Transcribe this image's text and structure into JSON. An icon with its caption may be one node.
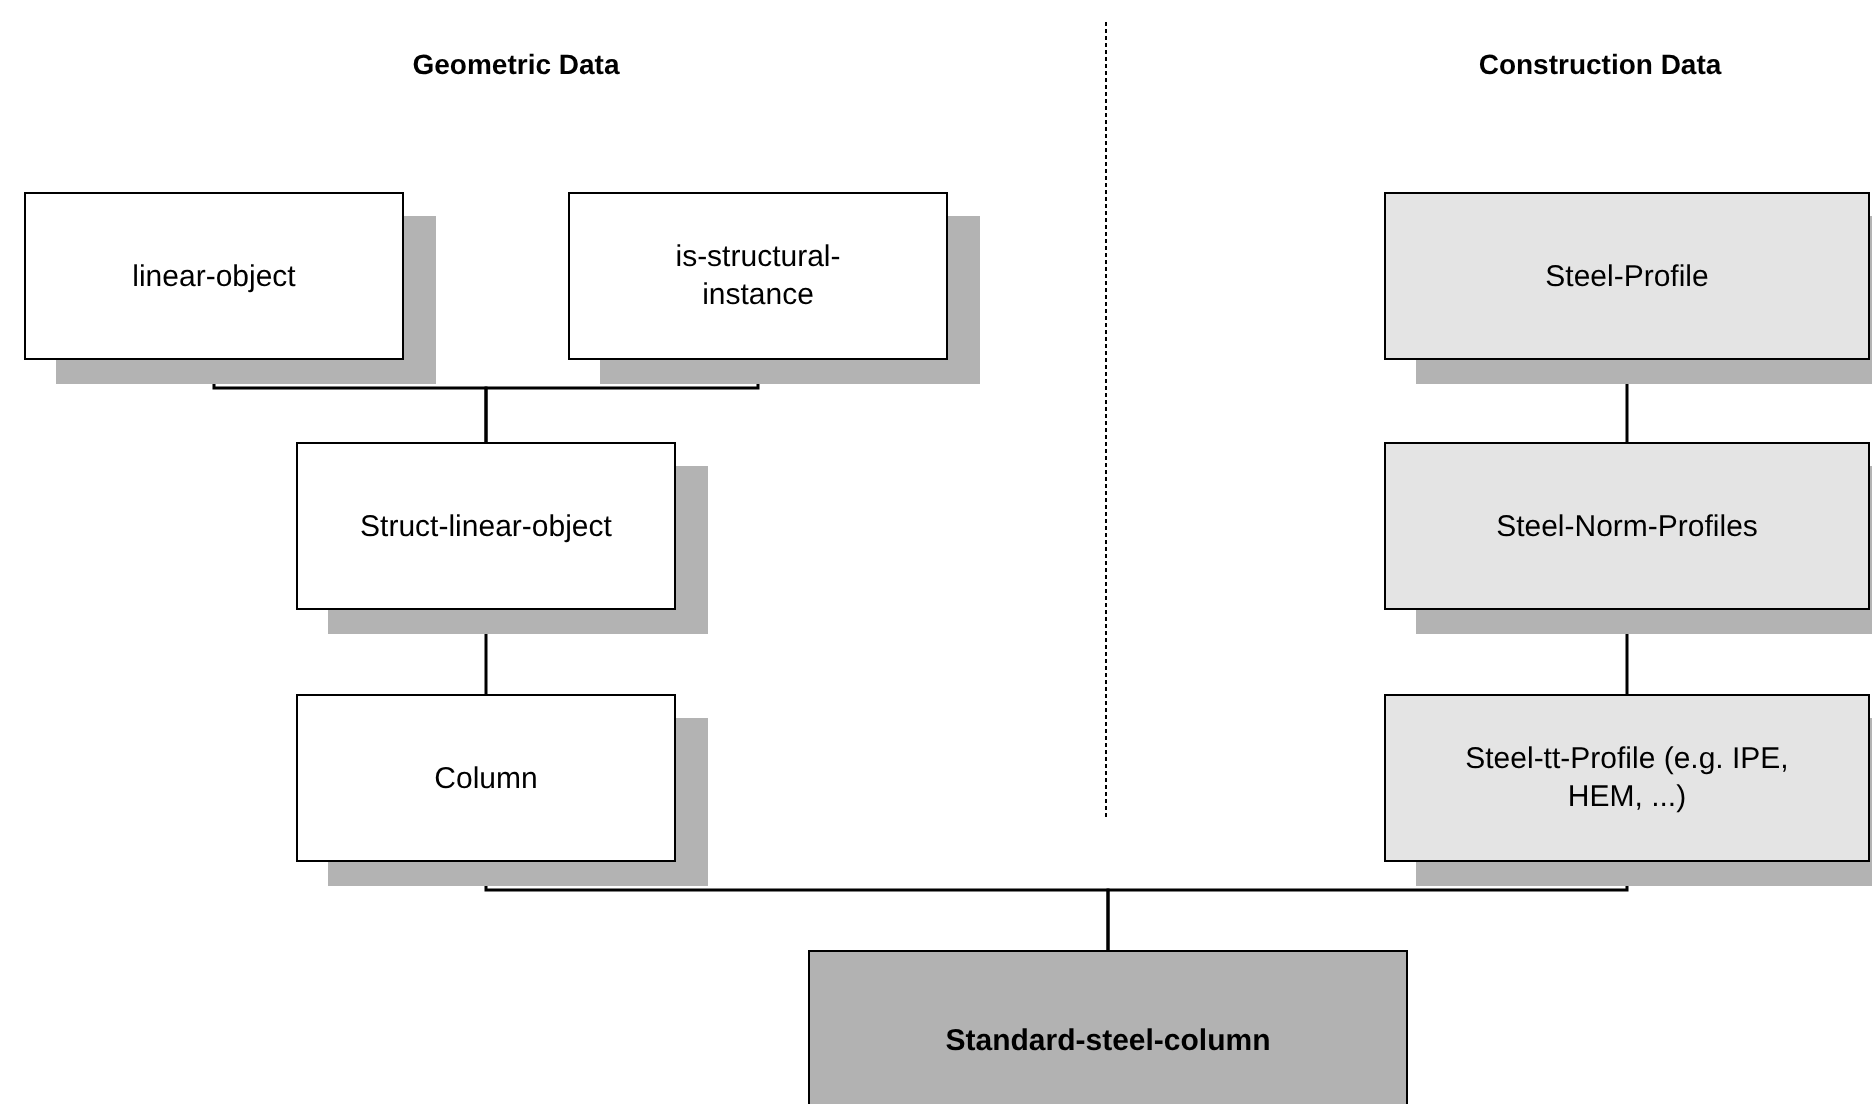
{
  "diagram": {
    "nodes": [
      {
        "text": [
          "linear-object"
        ]
      },
      {
        "text": [
          "is-structural-instance"
        ]
      },
      {
        "text": [
          "Struct-linear-object"
        ]
      },
      {
        "text": [
          "Column"
        ]
      },
      {
        "text": [
          "Steel-Profile"
        ]
      },
      {
        "text": [
          "Steel-Norm-Profiles"
        ]
      },
      {
        "text": [
          "Steel-tt-Profile (e.g. IPE, HEM, ...)"
        ]
      },
      {
        "text": [
          "Standard-steel-column"
        ]
      }
    ],
    "edges": [
      {
        "from": 0,
        "to": 2,
        "arrow": "none"
      },
      {
        "from": 1,
        "to": 2,
        "arrow": "none"
      },
      {
        "from": 2,
        "to": 3,
        "arrow": "none"
      },
      {
        "from": 4,
        "to": 5,
        "arrow": "none"
      },
      {
        "from": 5,
        "to": 6,
        "arrow": "none"
      },
      {
        "from": 3,
        "to": 7,
        "arrow": "none"
      },
      {
        "from": 6,
        "to": 7,
        "arrow": "none"
      }
    ],
    "labels": [
      "Geometric Data",
      "Construction Data"
    ]
  }
}
